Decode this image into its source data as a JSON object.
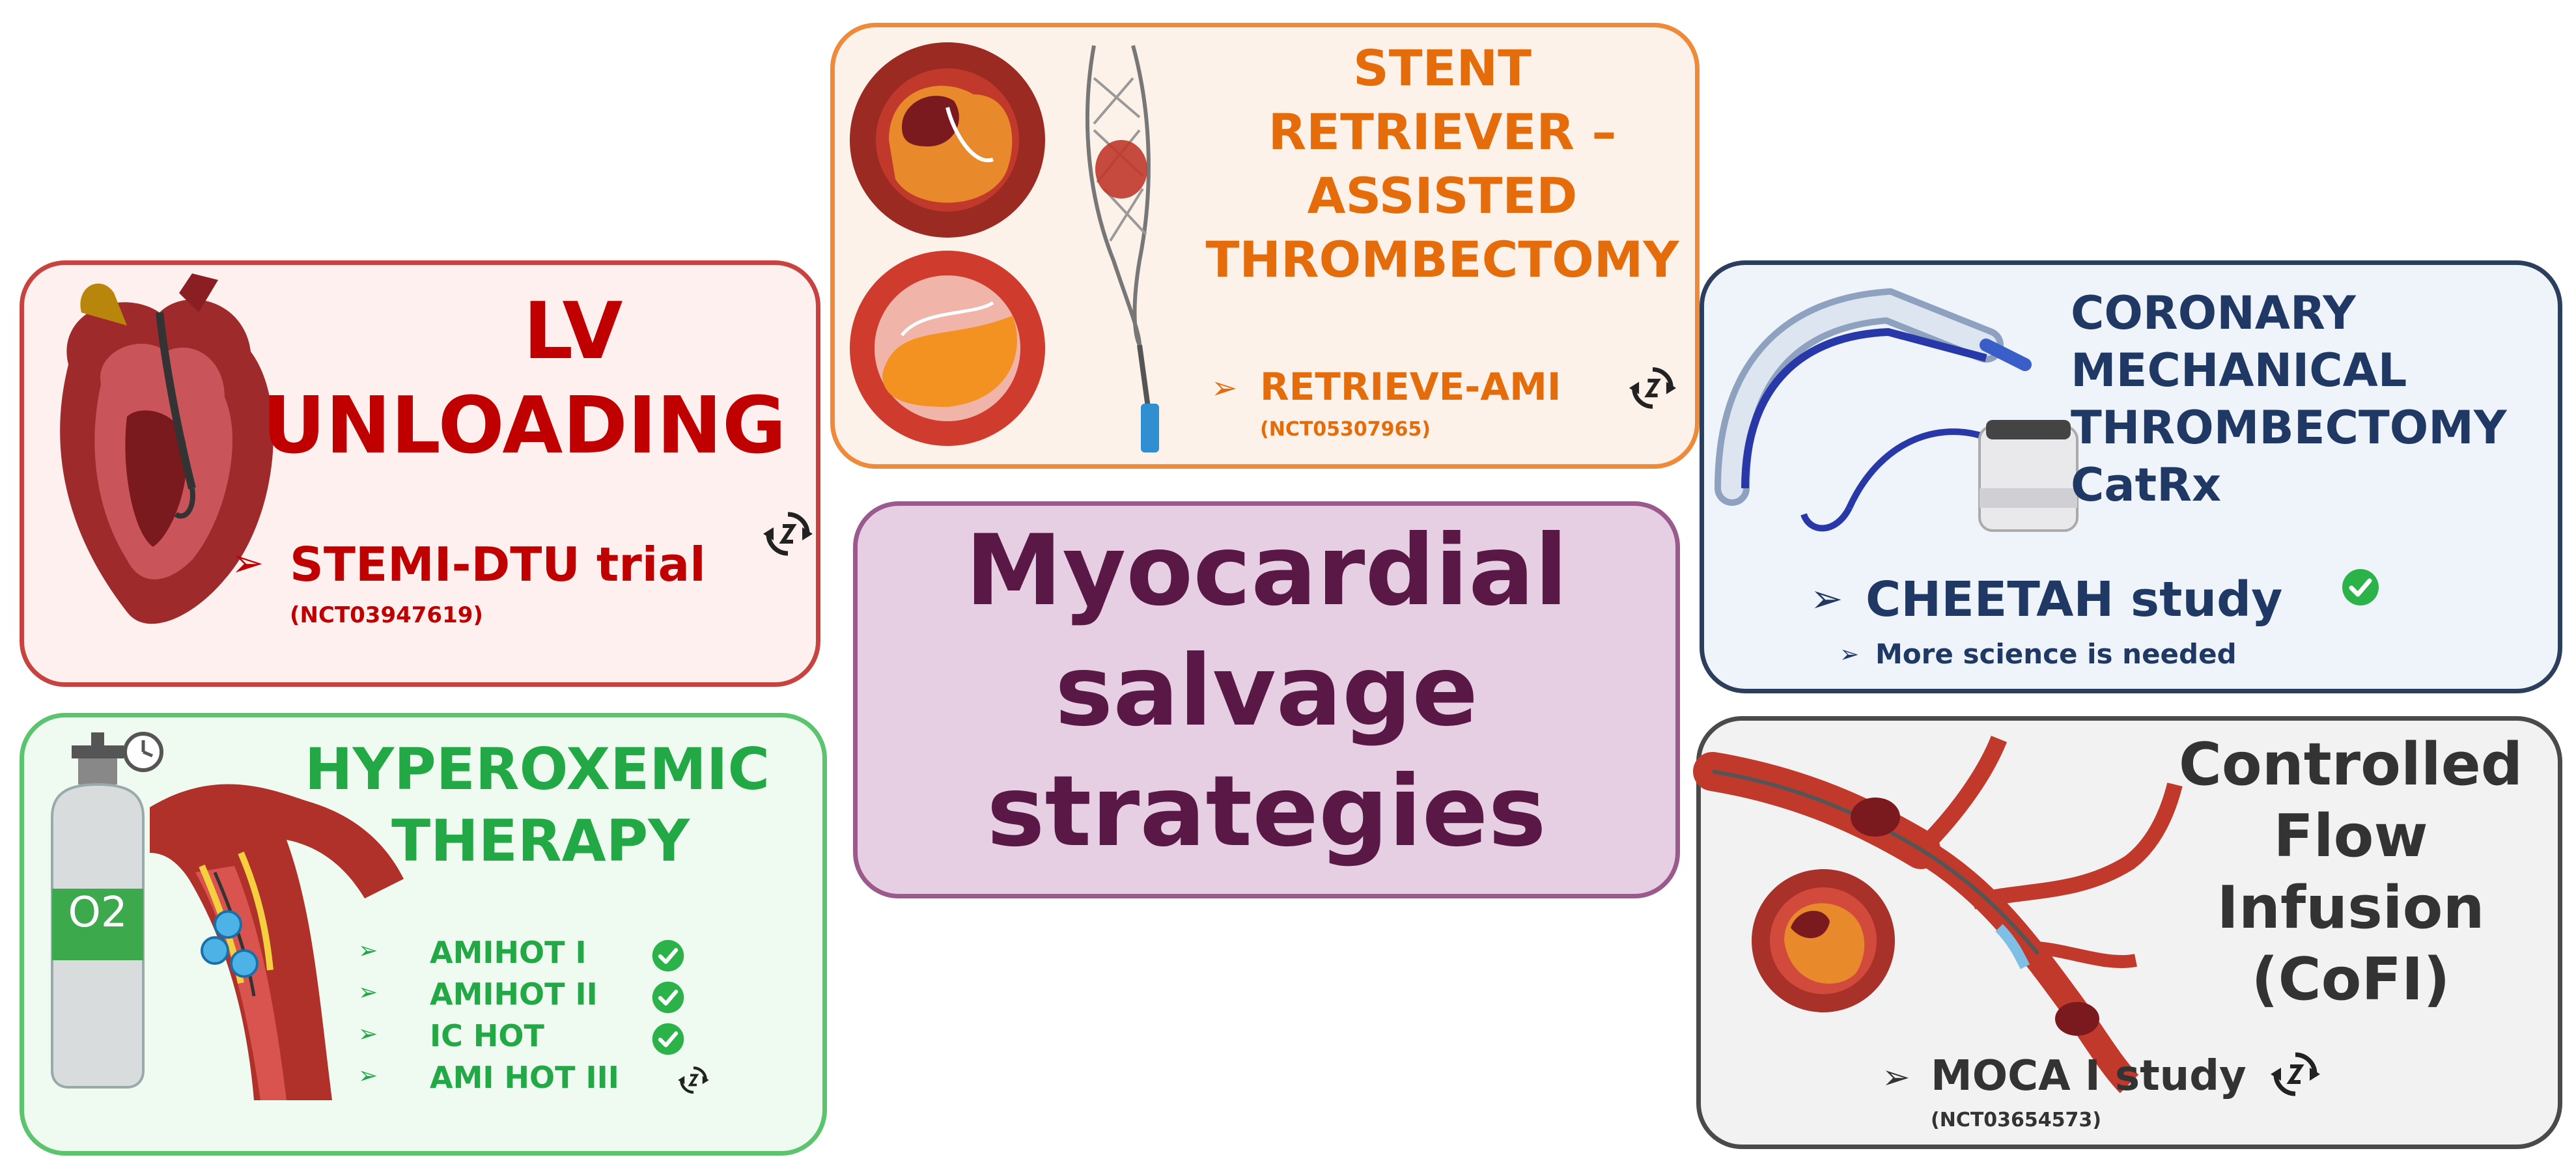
{
  "center": {
    "line1": "Myocardial",
    "line2": "salvage",
    "line3": "strategies"
  },
  "lv": {
    "line1": "LV",
    "line2": "UNLOADING",
    "arrow": "➢",
    "trial": "STEMI-DTU trial",
    "id": "(NCT03947619)"
  },
  "stent": {
    "line1": "STENT",
    "line2": "RETRIEVER –",
    "line3": "ASSISTED",
    "line4": "THROMBECTOMY",
    "arrow": "➢",
    "trial": "RETRIEVE-AMI",
    "id": "(NCT05307965)"
  },
  "cmt": {
    "line1": "CORONARY",
    "line2": "MECHANICAL",
    "line3": "THROMBECTOMY",
    "line4": "CatRx",
    "arrow": "➢",
    "trial": "CHEETAH study",
    "note_arrow": "➢",
    "note": "More science is needed"
  },
  "hyper": {
    "line1": "HYPEROXEMIC",
    "line2": "THERAPY",
    "o2": "O2",
    "items": [
      {
        "arrow": "➢",
        "label": "AMIHOT I"
      },
      {
        "arrow": "➢",
        "label": "AMIHOT II"
      },
      {
        "arrow": "➢",
        "label": "IC HOT"
      },
      {
        "arrow": "➢",
        "label": "AMI HOT III"
      }
    ]
  },
  "cofi": {
    "line1": "Controlled",
    "line2": "Flow",
    "line3": "Infusion",
    "line4": "(CoFI)",
    "arrow": "➢",
    "trial": "MOCA I study",
    "id": "(NCT03654573)"
  },
  "colors": {
    "lv": "#c00000",
    "lv_bg": "#fdf0ef",
    "stent": "#e46c0a",
    "stent_bg": "#fdf2ea",
    "cmt": "#1f3864",
    "cmt_bg": "#eef4f9",
    "hyper": "#22a845",
    "hyper_bg": "#effaf1",
    "cofi": "#333333",
    "cofi_bg": "#f2f2f2",
    "center": "#5a1847",
    "center_bg": "#e6cfe2",
    "check": "#2bb34a"
  }
}
